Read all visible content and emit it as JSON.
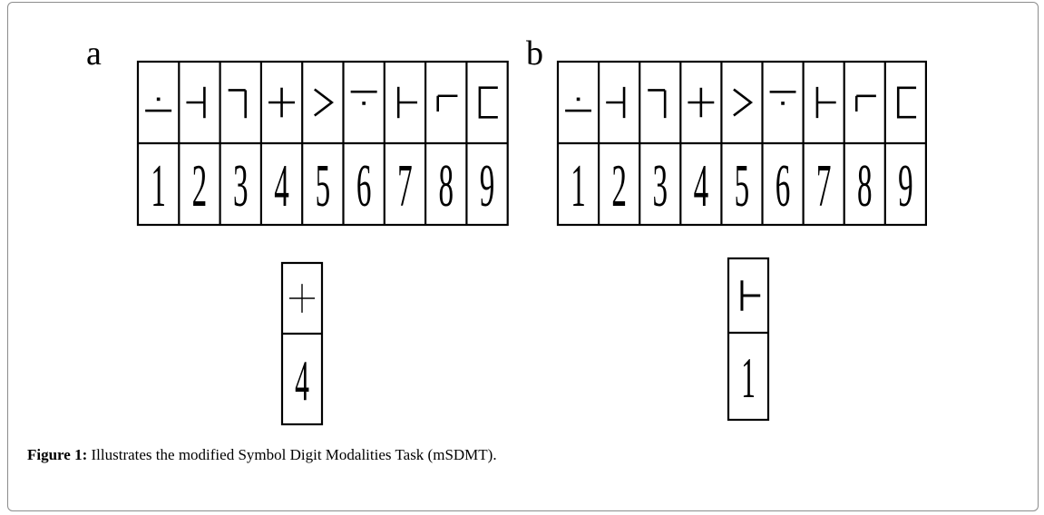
{
  "figure": {
    "panels": [
      {
        "label": "a",
        "key": {
          "symbols": [
            "dot-minus",
            "dash-bar",
            "hook",
            "plus",
            "chevron",
            "minus-dot",
            "bar-dash",
            "corner",
            "bracket"
          ],
          "digits": [
            "1",
            "2",
            "3",
            "4",
            "5",
            "6",
            "7",
            "8",
            "9"
          ]
        },
        "probe": {
          "symbol": "plus",
          "digit": "4"
        }
      },
      {
        "label": "b",
        "key": {
          "symbols": [
            "dot-minus",
            "dash-bar",
            "hook",
            "plus",
            "chevron",
            "minus-dot",
            "bar-dash",
            "corner",
            "bracket"
          ],
          "digits": [
            "1",
            "2",
            "3",
            "4",
            "5",
            "6",
            "7",
            "8",
            "9"
          ]
        },
        "probe": {
          "symbol": "bar-dash",
          "digit": "1"
        }
      }
    ],
    "caption_lead": "Figure 1:",
    "caption_text": "Illustrates the modified Symbol Digit Modalities Task (mSDMT)."
  }
}
